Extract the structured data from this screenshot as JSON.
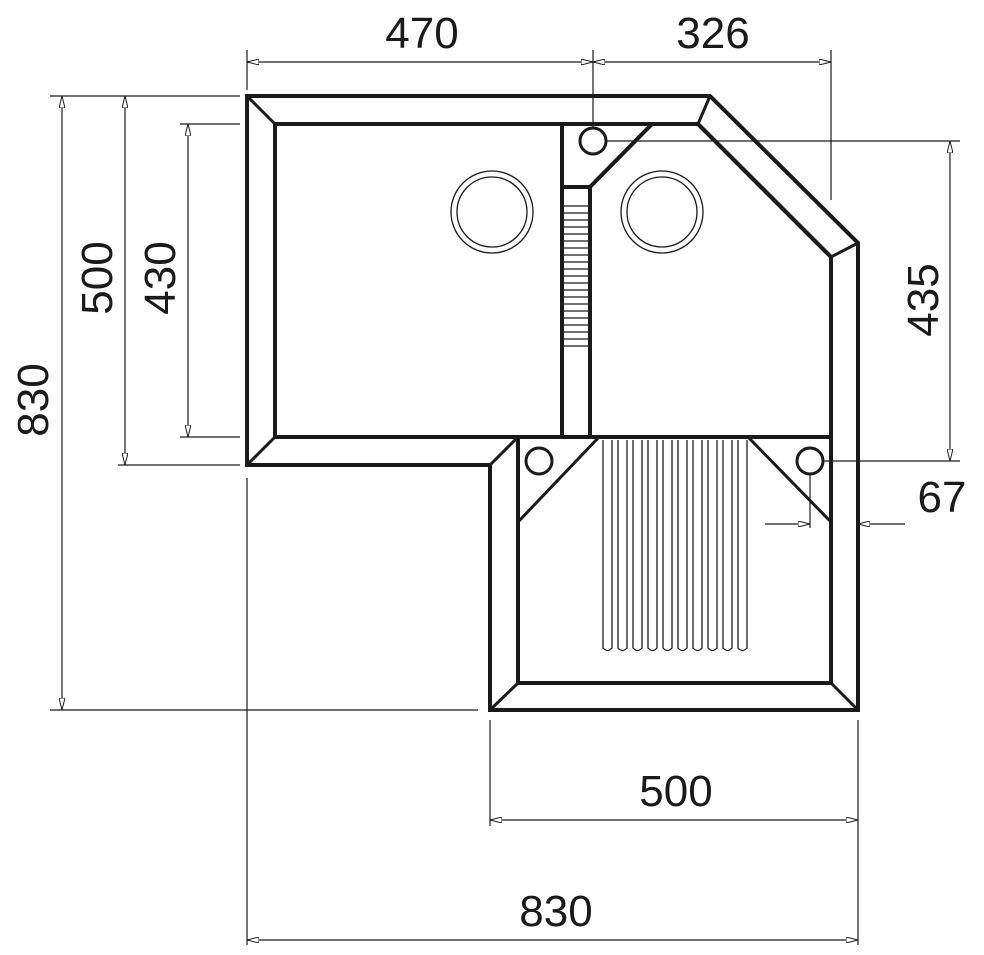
{
  "title": "Corner sink dimension drawing",
  "dimensions": {
    "top_left_width": "470",
    "top_right_width": "326",
    "overall_height": "830",
    "left_wing_height": "500",
    "left_bowl_height": "430",
    "right_bowl_height": "435",
    "tap_hole_offset": "67",
    "drainer_width": "500",
    "overall_width": "830"
  },
  "colors": {
    "line": "#1a1a1a",
    "background": "#ffffff"
  }
}
